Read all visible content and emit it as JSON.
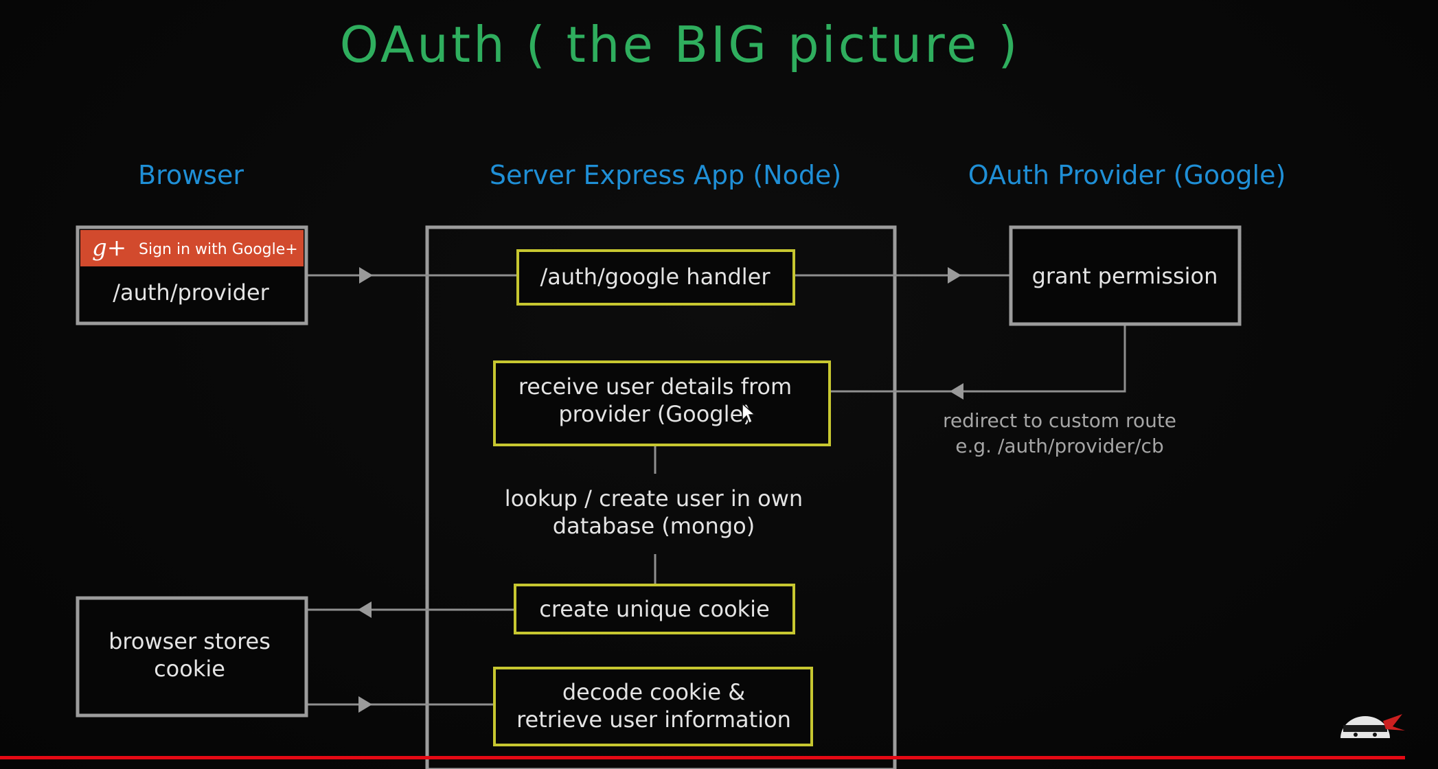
{
  "title": "OAuth ( the BIG picture )",
  "columns": {
    "browser": "Browser",
    "server": "Server Express App (Node)",
    "provider": "OAuth Provider (Google)"
  },
  "browser": {
    "signin_button": "Sign in with Google+",
    "signin_icon": "g+",
    "auth_route": "/auth/provider",
    "stores_cookie": [
      "browser stores",
      "cookie"
    ]
  },
  "server": {
    "google_handler": "/auth/google handler",
    "receive_details": [
      "receive user details from",
      "provider (Google)"
    ],
    "lookup_user": [
      "lookup / create user in own",
      "database (mongo)"
    ],
    "create_cookie": "create unique cookie",
    "decode_cookie": [
      "decode cookie &",
      "retrieve user information"
    ]
  },
  "provider": {
    "grant_permission": "grant permission",
    "redirect_note": [
      "redirect to custom route",
      "e.g. /auth/provider/cb"
    ]
  },
  "colors": {
    "title": "#2fae5e",
    "column_heading": "#1f8fd6",
    "handler_border": "#c7c730",
    "google_red": "#d24a2d",
    "progress_bar": "#e50914"
  },
  "icons": {
    "logo": "ninja-logo-icon"
  }
}
